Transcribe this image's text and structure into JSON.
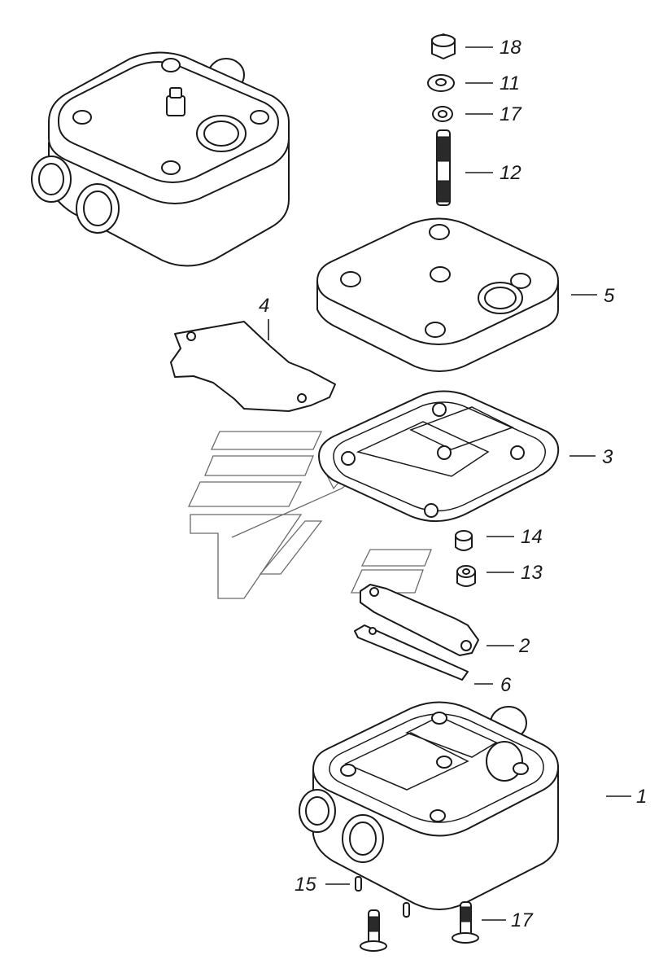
{
  "callouts": [
    {
      "key": "c18",
      "label": "18"
    },
    {
      "key": "c11",
      "label": "11"
    },
    {
      "key": "c17a",
      "label": "17"
    },
    {
      "key": "c12",
      "label": "12"
    },
    {
      "key": "c5",
      "label": "5"
    },
    {
      "key": "c4",
      "label": "4"
    },
    {
      "key": "c3",
      "label": "3"
    },
    {
      "key": "c14",
      "label": "14"
    },
    {
      "key": "c13",
      "label": "13"
    },
    {
      "key": "c2",
      "label": "2"
    },
    {
      "key": "c6",
      "label": "6"
    },
    {
      "key": "c1",
      "label": "1"
    },
    {
      "key": "c15",
      "label": "15"
    },
    {
      "key": "c17b",
      "label": "17"
    }
  ]
}
